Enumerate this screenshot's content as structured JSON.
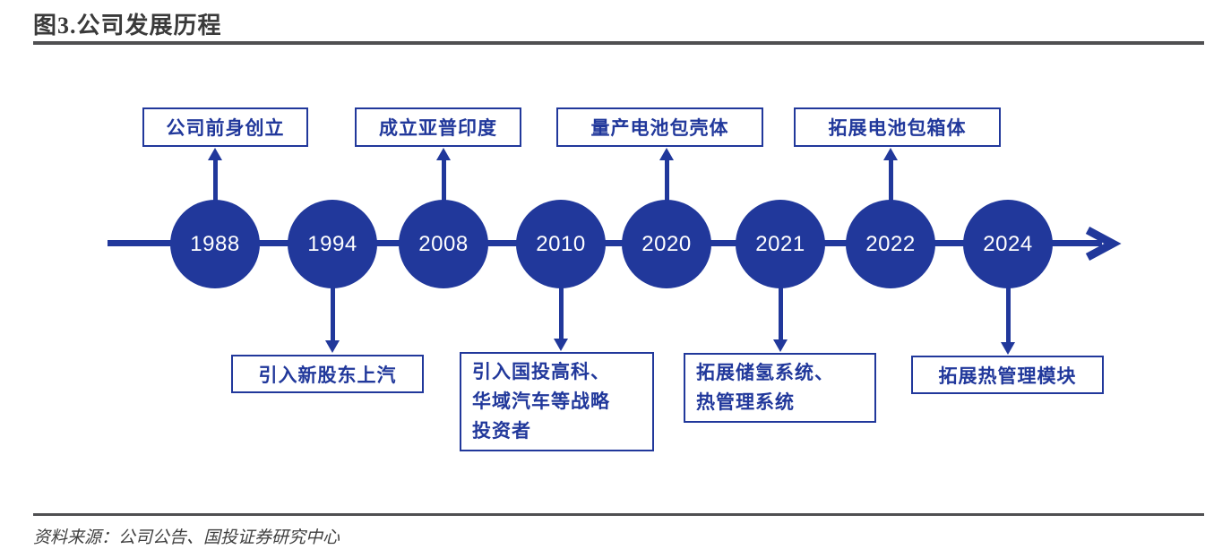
{
  "title": "图3.公司发展历程",
  "source_note": "资料来源：公司公告、国投证券研究中心",
  "colors": {
    "accent_blue": "#21389b",
    "title_text": "#3a3a3a",
    "divider_gray": "#4f4f51"
  },
  "timeline": {
    "direction": "left-to-right",
    "milestones": [
      {
        "year": "1988",
        "side": "above",
        "label": "公司前身创立",
        "lines": [
          "公司前身创立"
        ]
      },
      {
        "year": "1994",
        "side": "below",
        "label": "引入新股东上汽",
        "lines": [
          "引入新股东上汽"
        ]
      },
      {
        "year": "2008",
        "side": "above",
        "label": "成立亚普印度",
        "lines": [
          "成立亚普印度"
        ]
      },
      {
        "year": "2010",
        "side": "below",
        "label": "引入国投高科、华域汽车等战略投资者",
        "lines": [
          "引入国投高科、",
          "华域汽车等战略",
          "投资者"
        ]
      },
      {
        "year": "2020",
        "side": "above",
        "label": "量产电池包壳体",
        "lines": [
          "量产电池包壳体"
        ]
      },
      {
        "year": "2021",
        "side": "below",
        "label": "拓展储氢系统、热管理系统",
        "lines": [
          "拓展储氢系统、",
          "热管理系统"
        ]
      },
      {
        "year": "2022",
        "side": "above",
        "label": "拓展电池包箱体",
        "lines": [
          "拓展电池包箱体"
        ]
      },
      {
        "year": "2024",
        "side": "below",
        "label": "拓展热管理模块",
        "lines": [
          "拓展热管理模块"
        ]
      }
    ]
  }
}
